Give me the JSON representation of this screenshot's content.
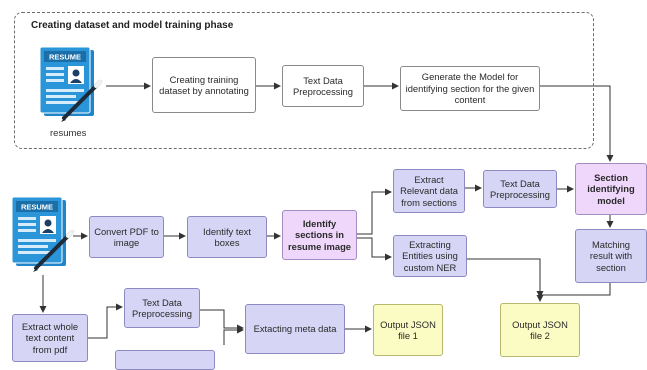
{
  "phase_title": "Creating dataset and model training phase",
  "resume_icon_text": "RESUME",
  "resumes_label": "resumes",
  "nodes": {
    "create_training": "Creating training dataset by annotating",
    "text_preprocessing_top": "Text Data Preprocessing",
    "generate_model": "Generate the Model for identifying section for the given content",
    "section_model": "Section identifying model",
    "convert_pdf": "Convert PDF to image",
    "identify_text_boxes": "Identify text boxes",
    "identify_sections": "Identify sections in resume image",
    "extract_relevant": "Extract Relevant data from sections",
    "text_preprocessing_mid": "Text Data Preprocessing",
    "extracting_entities": "Extracting Entities using custom NER",
    "matching_result": "Matching result with section",
    "extract_whole_text": "Extract whole text content from pdf",
    "text_preprocessing_bottom": "Text Data Preprocessing",
    "extracting_meta": "Extacting meta data",
    "output_json_1": "Output JSON file 1",
    "output_json_2": "Output JSON file 2"
  },
  "colors": {
    "lavender": "#d7d5f5",
    "pink": "#efd7fb",
    "yellow": "#fbfbc4",
    "resume_blue": "#1f84c8",
    "arrow": "#333333"
  }
}
